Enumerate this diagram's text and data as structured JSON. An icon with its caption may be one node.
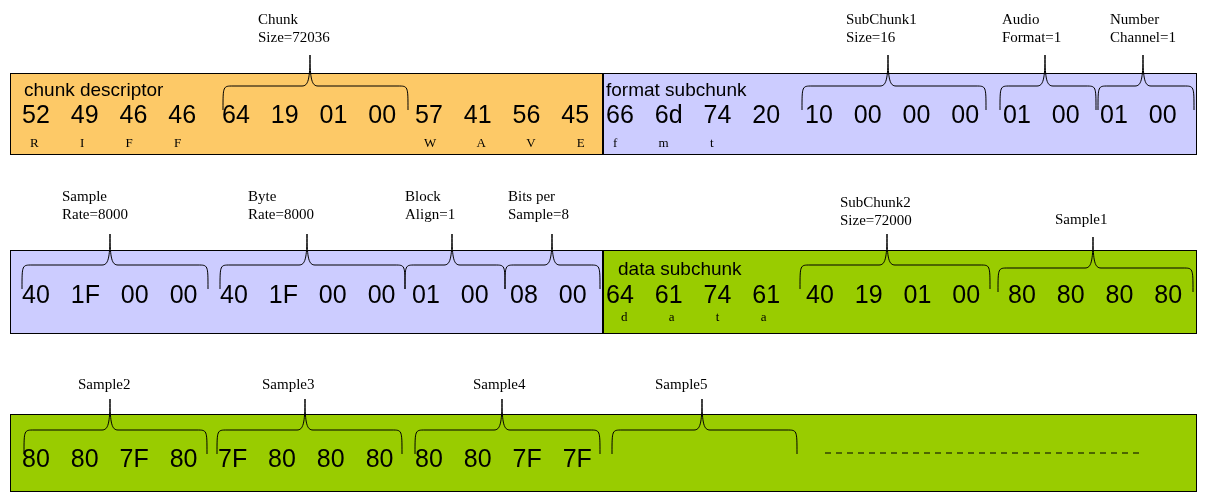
{
  "diagram": {
    "nodes": [
      {
        "text": [
          "chunk descriptor",
          "52 49 46 46",
          "64 19 01 00",
          "57 41 56 45",
          "R I F F",
          "W A V E"
        ]
      },
      {
        "text": [
          "format subchunk",
          "66 6d 74 20",
          "10 00 00 00",
          "01 00",
          "01 00",
          "f m t"
        ]
      },
      {
        "text": [
          "40 1F 00 00",
          "40 1F 00 00",
          "01 00",
          "08 00"
        ]
      },
      {
        "text": [
          "data subchunk",
          "64 61 74 61",
          "40 19 01 00",
          "80 80 80 80",
          "d a t a"
        ]
      },
      {
        "text": [
          "80 80 7F 80",
          "7F 80 80 80",
          "80 80 7F 7F"
        ]
      }
    ],
    "labels": [
      "Chunk Size=72036",
      "SubChunk1 Size=16",
      "Audio Format=1",
      "Number Channel=1",
      "Sample Rate=8000",
      "Byte Rate=8000",
      "Block Align=1",
      "Bits per Sample=8",
      "SubChunk2 Size=72000",
      "Sample1",
      "Sample2",
      "Sample3",
      "Sample4",
      "Sample5"
    ]
  }
}
